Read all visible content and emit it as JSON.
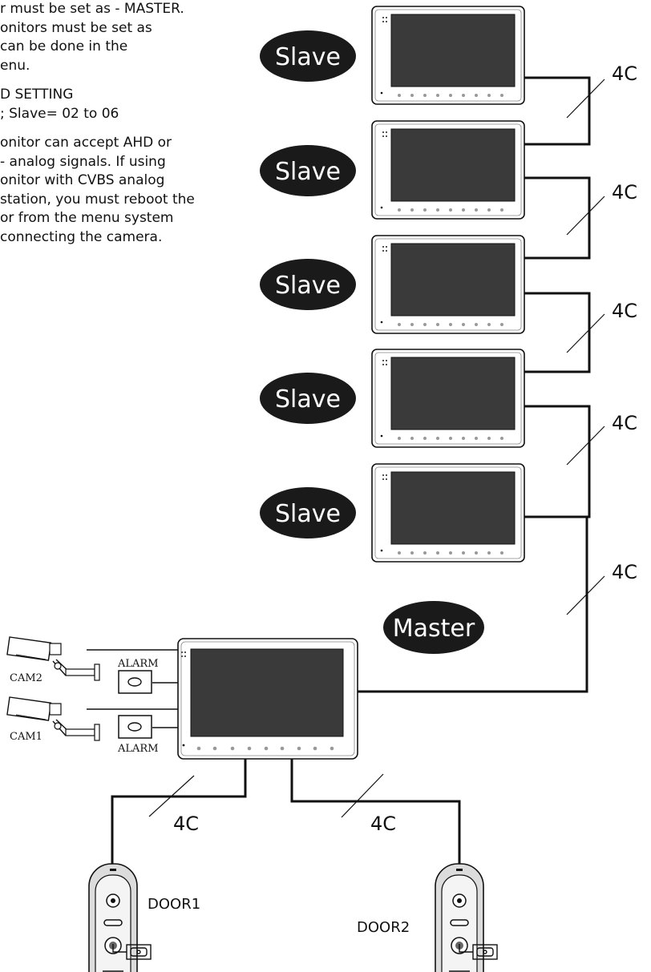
{
  "instructions": {
    "lines": [
      "r must be set as - MASTER.",
      "onitors must be set as",
      "can be done in the",
      "enu.",
      "",
      "D SETTING",
      "; Slave= 02 to 06",
      "",
      "onitor can accept AHD or",
      "- analog signals. If using",
      "onitor with CVBS analog",
      "station, you must reboot the",
      "or from the menu system",
      "connecting the camera."
    ]
  },
  "monitors": {
    "slave_label": "Slave",
    "master_label": "Master"
  },
  "cables": {
    "label": "4C"
  },
  "cameras": {
    "cam1": "CAM1",
    "cam2": "CAM2"
  },
  "alarms": {
    "label": "ALARM"
  },
  "doors": {
    "door1": "DOOR1",
    "door2": "DOOR2"
  },
  "colors": {
    "monitor_frame": "#ffffff",
    "screen": "#3a3a3a",
    "pill": "#1a1a1a",
    "line": "#111111"
  }
}
